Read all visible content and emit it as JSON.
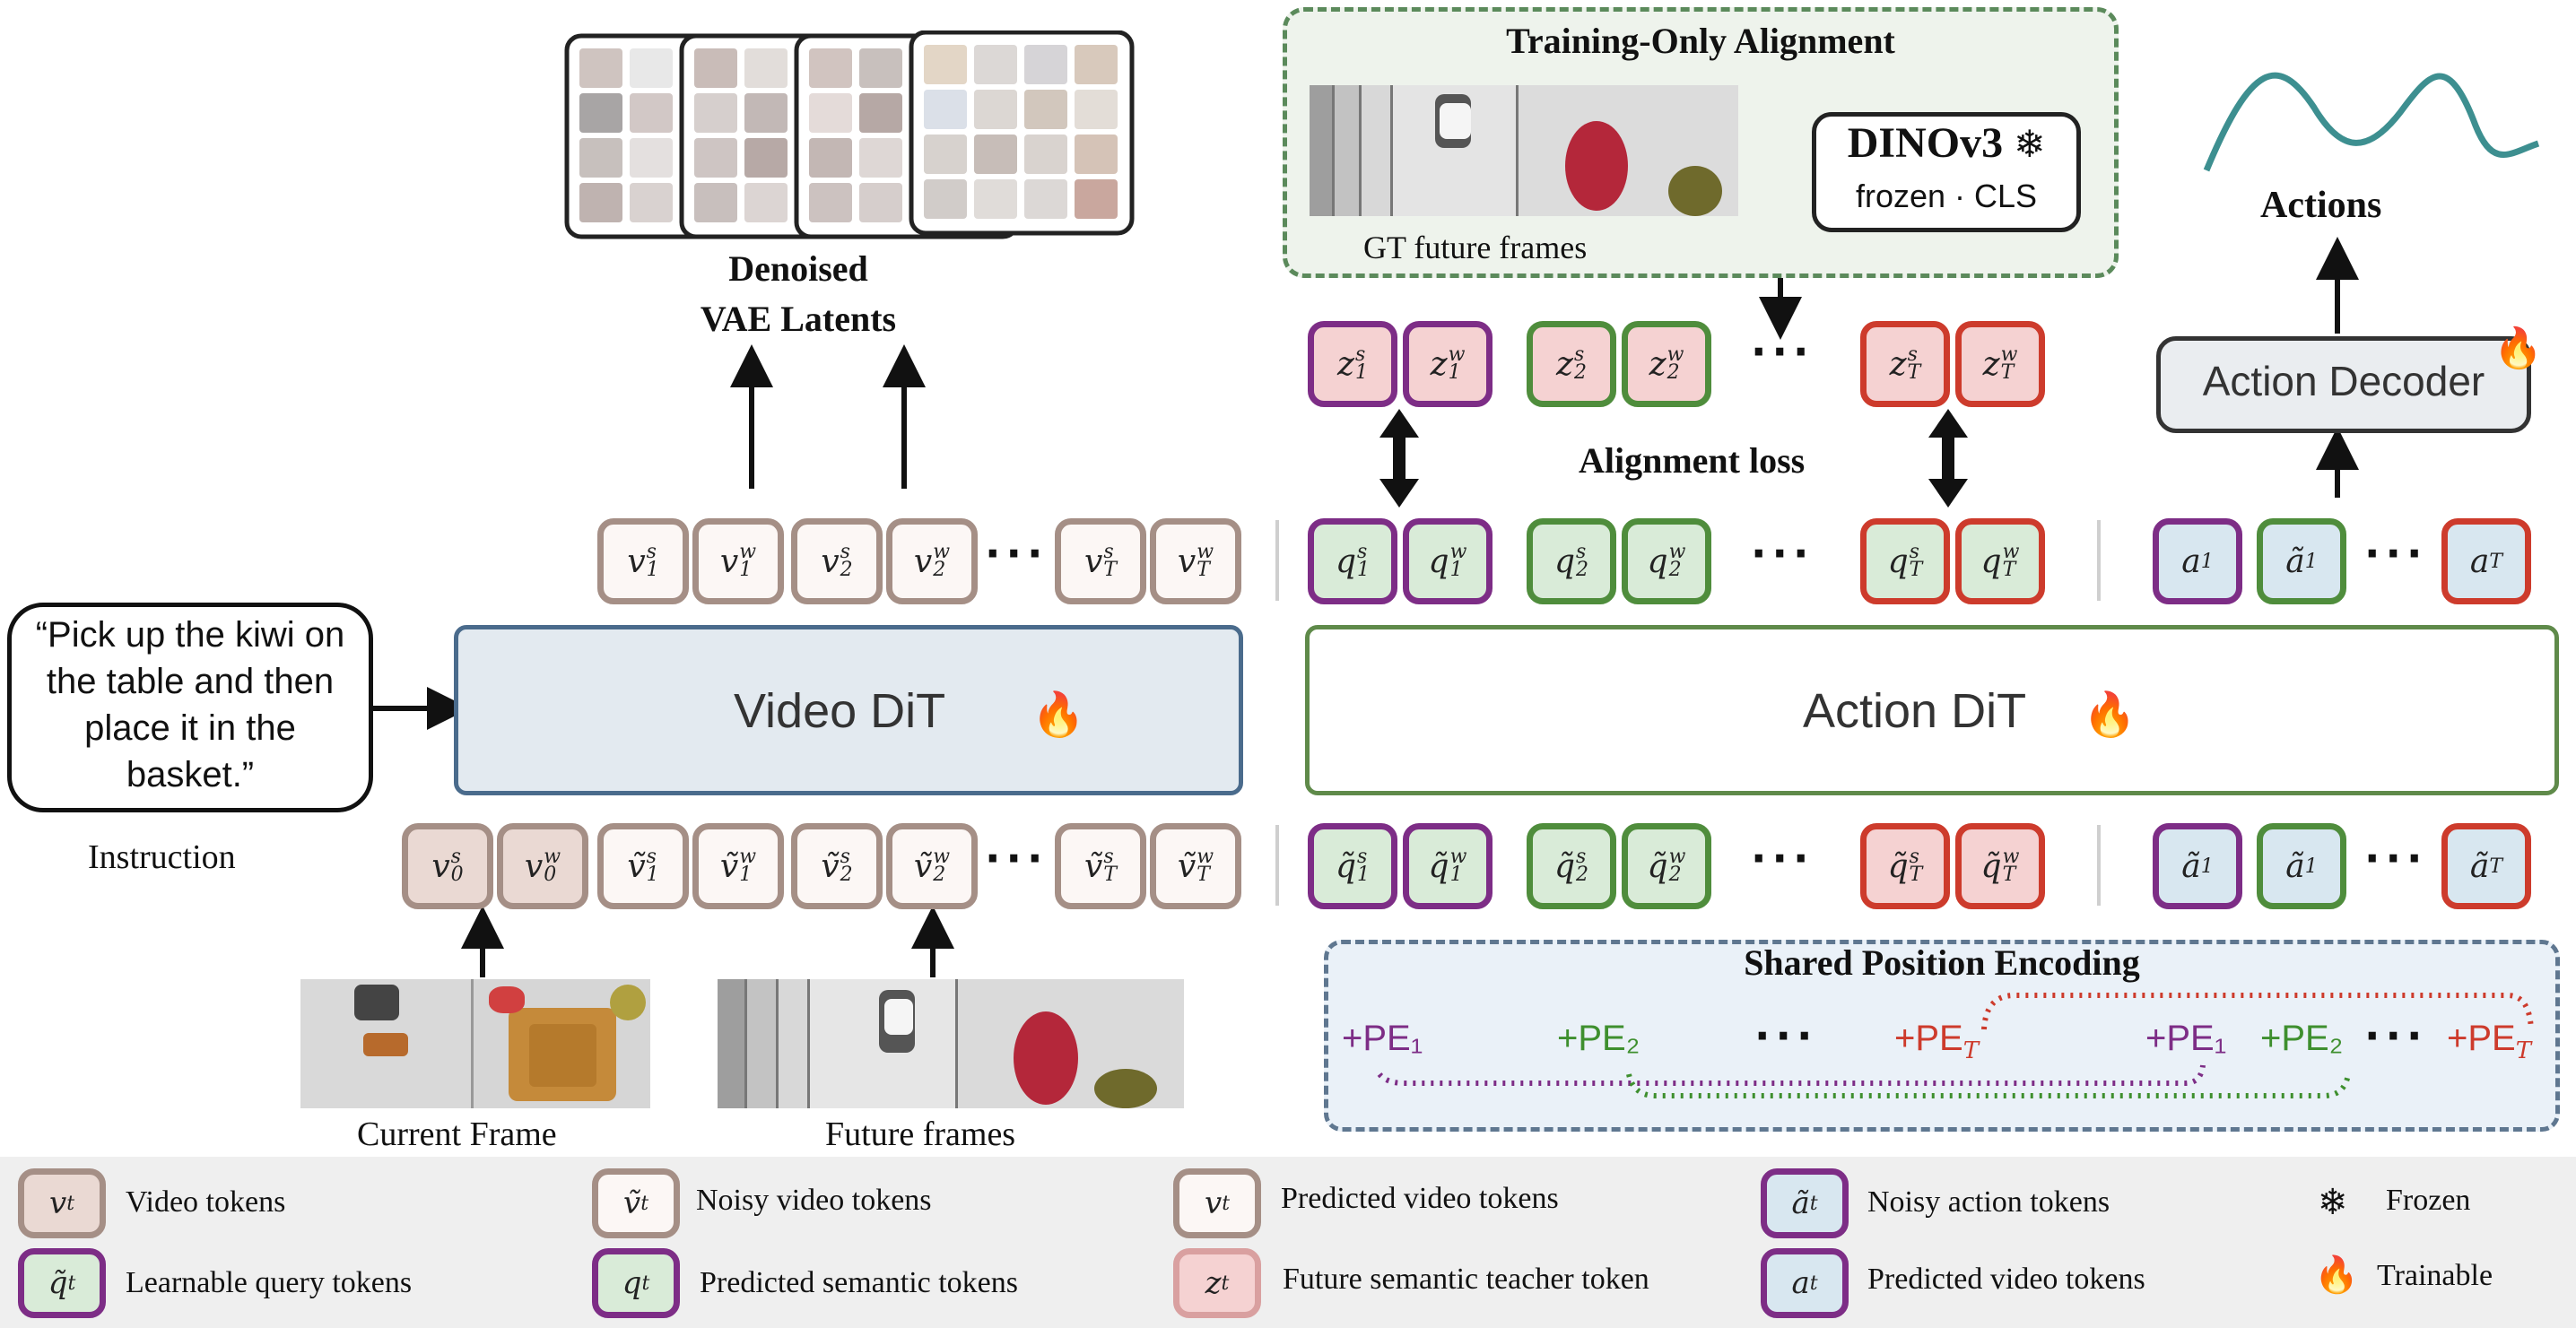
{
  "top": {
    "denoised_line1": "Denoised",
    "denoised_line2": "VAE Latents",
    "training_title": "Training-Only Alignment",
    "gt_future_frames": "GT future frames",
    "dino_title": "DINOv3",
    "dino_sub": "frozen · CLS",
    "actions_label": "Actions",
    "action_decoder": "Action Decoder",
    "alignment_loss": "Alignment loss"
  },
  "left": {
    "instruction_text": "“Pick up the kiwi on the table and then place it in the basket.”",
    "instruction_label": "Instruction",
    "video_dit": "Video DiT",
    "current_frame": "Current Frame",
    "future_frames": "Future frames"
  },
  "right": {
    "action_dit": "Action DiT",
    "shared_pe_title": "Shared Position Encoding",
    "pe_labels": [
      "+PE₁",
      "+PE₂",
      "+PE",
      "+PE₁",
      "+PE₂",
      "+PE"
    ]
  },
  "legend": {
    "items": [
      {
        "text": "Video tokens"
      },
      {
        "text": "Noisy video tokens"
      },
      {
        "text": "Predicted video tokens"
      },
      {
        "text": "Noisy action tokens"
      },
      {
        "text": "Frozen"
      },
      {
        "text": "Learnable query tokens"
      },
      {
        "text": "Predicted semantic tokens"
      },
      {
        "text": "Future semantic teacher token"
      },
      {
        "text": "Predicted video tokens"
      },
      {
        "text": "Trainable"
      }
    ]
  },
  "colors": {
    "video_border": "#a58f86",
    "purple": "#7d2d86",
    "green": "#4f8d3c",
    "red": "#cd3b2c",
    "video_dit_fill": "#e3eaf0",
    "video_dit_border": "#4a6b8c",
    "action_dit_border": "#5f8a4a",
    "legend_bg": "#efefef"
  }
}
